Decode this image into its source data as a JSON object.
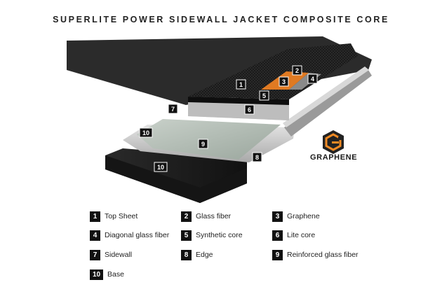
{
  "title": "SUPERLITE POWER SIDEWALL JACKET COMPOSITE CORE",
  "logo": {
    "text": "GRAPHENE",
    "icon": "graphene-g-icon",
    "color": "#f08a24"
  },
  "colors": {
    "top_sheet": "#1c1c1c",
    "graphene": "#e07a22",
    "glass": "#b9c3bb",
    "sidewall": "#cfcfcf",
    "base": "#1e1e1e",
    "badge": "#111111"
  },
  "diagram_labels": [
    {
      "id": "1",
      "text": "1"
    },
    {
      "id": "2",
      "text": "2"
    },
    {
      "id": "3",
      "text": "3"
    },
    {
      "id": "4",
      "text": "4"
    },
    {
      "id": "5",
      "text": "5"
    },
    {
      "id": "6",
      "text": "6"
    },
    {
      "id": "7",
      "text": "7"
    },
    {
      "id": "8",
      "text": "8"
    },
    {
      "id": "9",
      "text": "9"
    },
    {
      "id": "10a",
      "text": "10"
    },
    {
      "id": "10b",
      "text": "10"
    }
  ],
  "legend": [
    {
      "num": "1",
      "label": "Top Sheet"
    },
    {
      "num": "2",
      "label": "Glass fiber"
    },
    {
      "num": "3",
      "label": "Graphene"
    },
    {
      "num": "4",
      "label": "Diagonal glass fiber"
    },
    {
      "num": "5",
      "label": "Synthetic core"
    },
    {
      "num": "6",
      "label": "Lite core"
    },
    {
      "num": "7",
      "label": "Sidewall"
    },
    {
      "num": "8",
      "label": "Edge"
    },
    {
      "num": "9",
      "label": "Reinforced glass fiber"
    },
    {
      "num": "10",
      "label": "Base"
    }
  ]
}
